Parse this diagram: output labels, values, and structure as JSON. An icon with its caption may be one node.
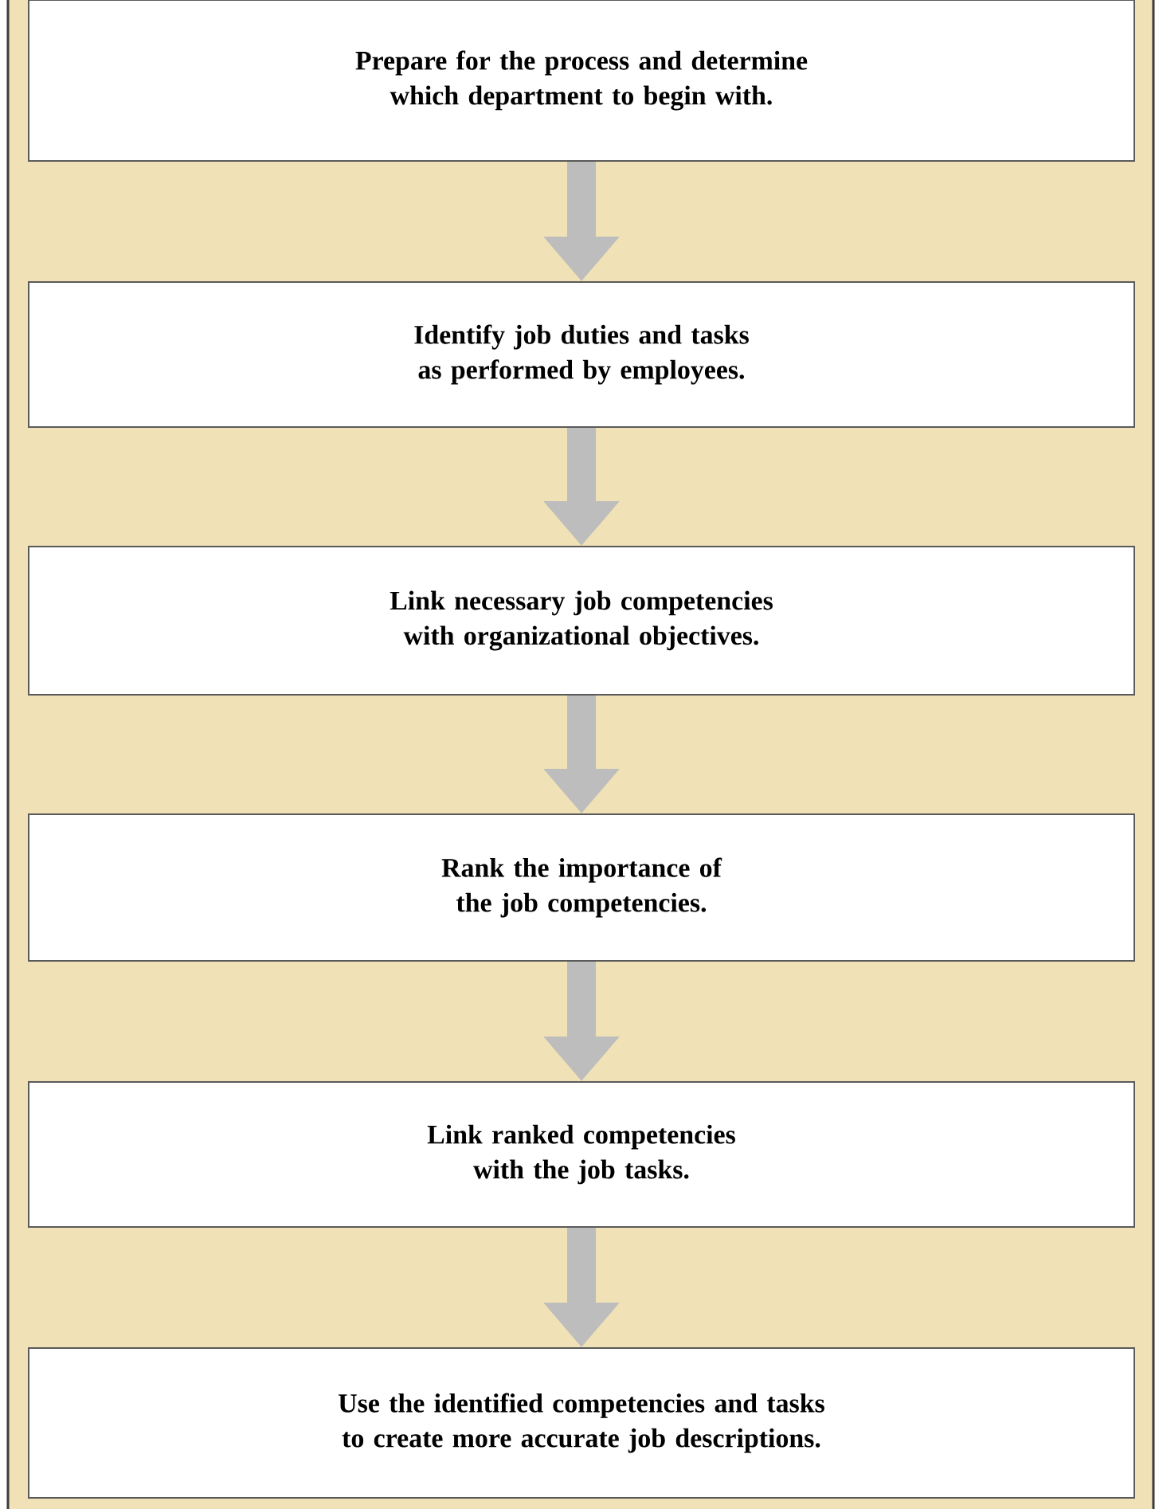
{
  "diagram": {
    "nodes": [
      {
        "text": [
          "Prepare for the process and determine which department to begin with."
        ]
      },
      {
        "text": [
          "Identify job duties and tasks as performed by employees."
        ]
      },
      {
        "text": [
          "Link necessary job competencies with organizational objectives."
        ]
      },
      {
        "text": [
          "Rank the importance of the job competencies."
        ]
      },
      {
        "text": [
          "Link ranked competencies with the job tasks."
        ]
      },
      {
        "text": [
          "Use the identified competencies and tasks to create more accurate job descriptions."
        ]
      }
    ],
    "edges": [
      {
        "from": 0,
        "to": 1,
        "arrow": "to"
      },
      {
        "from": 1,
        "to": 2,
        "arrow": "to"
      },
      {
        "from": 2,
        "to": 3,
        "arrow": "to"
      },
      {
        "from": 3,
        "to": 4,
        "arrow": "to"
      },
      {
        "from": 4,
        "to": 5,
        "arrow": "to"
      }
    ]
  }
}
